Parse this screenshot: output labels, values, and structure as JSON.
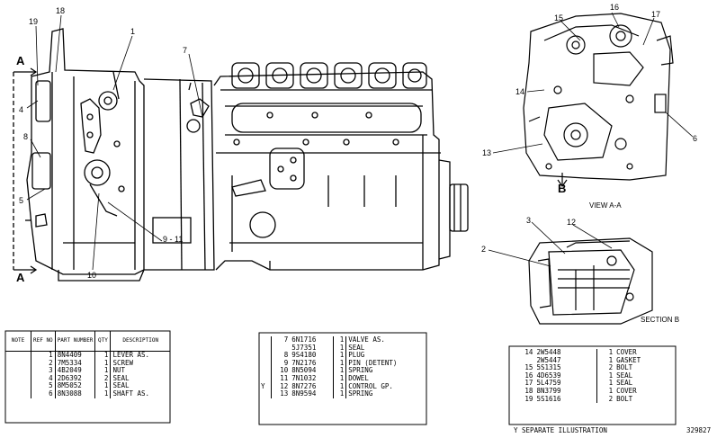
{
  "callouts": {
    "c1": "1",
    "c2": "2",
    "c3": "3",
    "c4": "4",
    "c5": "5",
    "c6": "6",
    "c7": "7",
    "c8": "8",
    "c9_11": "9 - 11",
    "c10": "10",
    "c12": "12",
    "c13": "13",
    "c14": "14",
    "c15": "15",
    "c16": "16",
    "c17": "17",
    "c18": "18",
    "c19": "19",
    "secA_top": "A",
    "secA_bottom": "A",
    "secB": "B"
  },
  "captions": {
    "view_aa": "VIEW A-A",
    "section_b": "SECTION B"
  },
  "table1": {
    "headers": [
      "NOTE",
      "REF NO",
      "PART NUMBER",
      "QTY",
      "DESCRIPTION"
    ],
    "rows": [
      {
        "note": "",
        "ref": "1",
        "part": "8N4409",
        "qty": "1",
        "desc": "LEVER AS."
      },
      {
        "note": "",
        "ref": "2",
        "part": "7M5334",
        "qty": "1",
        "desc": "SCREW"
      },
      {
        "note": "",
        "ref": "3",
        "part": "4B2049",
        "qty": "1",
        "desc": "NUT"
      },
      {
        "note": "",
        "ref": "4",
        "part": "2D6392",
        "qty": "2",
        "desc": "SEAL"
      },
      {
        "note": "",
        "ref": "5",
        "part": "8M5052",
        "qty": "1",
        "desc": "SEAL"
      },
      {
        "note": "",
        "ref": "6",
        "part": "8N3088",
        "qty": "1",
        "desc": "SHAFT AS."
      }
    ]
  },
  "table2": {
    "rows": [
      {
        "note": "",
        "ref": "7",
        "part": "6N1716",
        "qty": "1",
        "desc": "VALVE AS."
      },
      {
        "note": "",
        "ref": "",
        "part": "5J7351",
        "qty": "1",
        "desc": "SEAL"
      },
      {
        "note": "",
        "ref": "8",
        "part": "9S4180",
        "qty": "1",
        "desc": "PLUG"
      },
      {
        "note": "",
        "ref": "9",
        "part": "7N2176",
        "qty": "1",
        "desc": "PIN (DETENT)"
      },
      {
        "note": "",
        "ref": "10",
        "part": "8N5094",
        "qty": "1",
        "desc": "SPRING"
      },
      {
        "note": "",
        "ref": "11",
        "part": "7N1032",
        "qty": "1",
        "desc": "DOWEL"
      },
      {
        "note": "Y",
        "ref": "12",
        "part": "8N7276",
        "qty": "1",
        "desc": "CONTROL GP."
      },
      {
        "note": "",
        "ref": "13",
        "part": "8N9594",
        "qty": "1",
        "desc": "SPRING"
      }
    ]
  },
  "table3": {
    "rows": [
      {
        "ref": "14",
        "part": "2W5448",
        "qty": "1",
        "desc": "COVER"
      },
      {
        "ref": "",
        "part": "2W5447",
        "qty": "1",
        "desc": "GASKET"
      },
      {
        "ref": "15",
        "part": "5S1315",
        "qty": "2",
        "desc": "BOLT"
      },
      {
        "ref": "16",
        "part": "4D6539",
        "qty": "1",
        "desc": "SEAL"
      },
      {
        "ref": "17",
        "part": "5L4759",
        "qty": "1",
        "desc": "SEAL"
      },
      {
        "ref": "18",
        "part": "8N3799",
        "qty": "1",
        "desc": "COVER"
      },
      {
        "ref": "19",
        "part": "5S1616",
        "qty": "2",
        "desc": "BOLT"
      }
    ],
    "footnote": "Y   SEPARATE ILLUSTRATION"
  },
  "drawing_number": "329827"
}
